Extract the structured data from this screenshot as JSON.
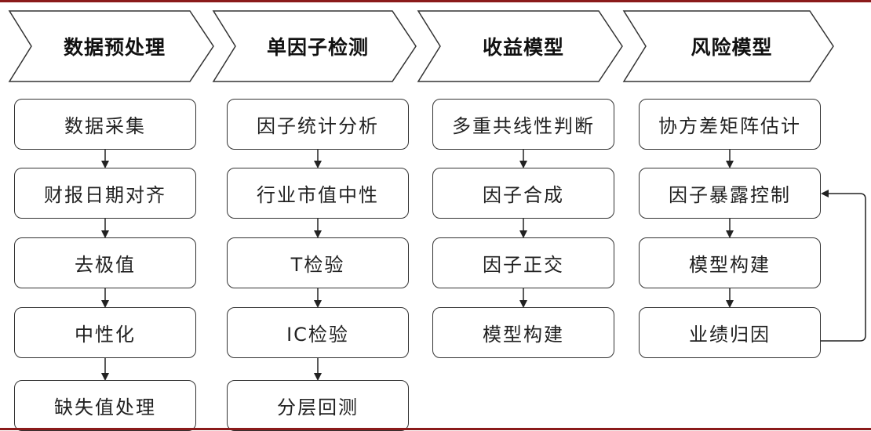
{
  "colors": {
    "rule": "#8b1a1a",
    "stroke": "#333333",
    "text": "#222222"
  },
  "stages": [
    {
      "title": "数据预处理",
      "steps": [
        "数据采集",
        "财报日期对齐",
        "去极值",
        "中性化",
        "缺失值处理"
      ]
    },
    {
      "title": "单因子检测",
      "steps": [
        "因子统计分析",
        "行业市值中性",
        "T检验",
        "IC检验",
        "分层回测"
      ]
    },
    {
      "title": "收益模型",
      "steps": [
        "多重共线性判断",
        "因子合成",
        "因子正交",
        "模型构建"
      ]
    },
    {
      "title": "风险模型",
      "steps": [
        "协方差矩阵估计",
        "因子暴露控制",
        "模型构建",
        "业绩归因"
      ]
    }
  ],
  "feedback_loop": {
    "from": "业绩归因",
    "to": "因子暴露控制"
  }
}
